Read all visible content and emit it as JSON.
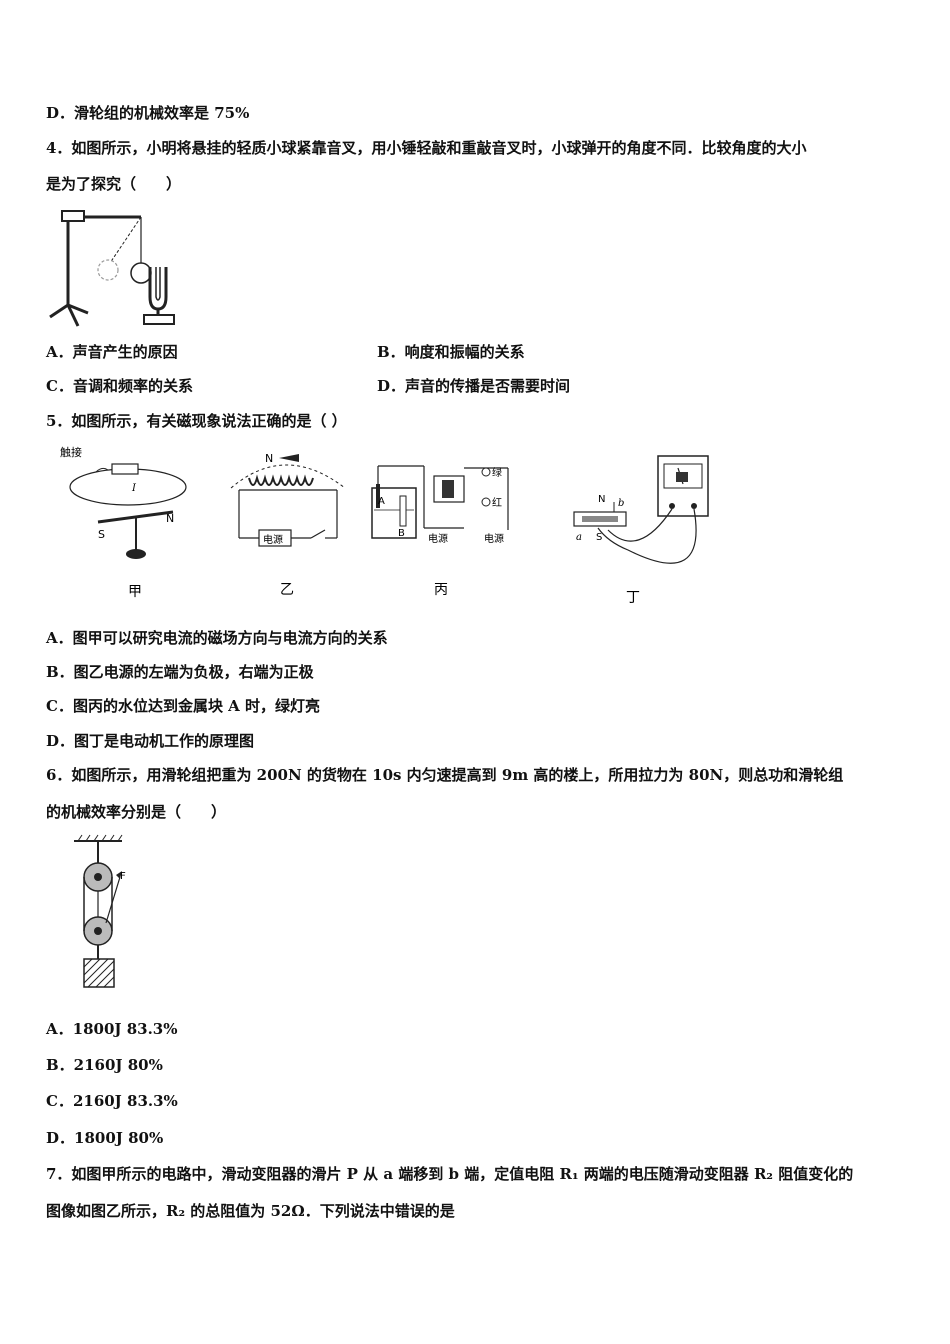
{
  "q3": {
    "option_d": "D．滑轮组的机械效率是 75%"
  },
  "q4": {
    "stem_line1": "4．如图所示，小明将悬挂的轻质小球紧靠音叉，用小锤轻敲和重敲音叉时，小球弹开的角度不同．比较角度的大小",
    "stem_line2": "是为了探究（　　）",
    "options": [
      "A．声音产生的原因",
      "B．响度和振幅的关系",
      "C．音调和频率的关系",
      "D．声音的传播是否需要时间"
    ]
  },
  "q5": {
    "stem": "5．如图所示，有关磁现象说法正确的是（  ）",
    "figure_labels": {
      "jia": "甲",
      "yi": "乙",
      "bing": "丙",
      "ding": "丁",
      "touch": "触接",
      "n": "N",
      "s": "S",
      "i": "I",
      "power": "电源",
      "power2": "电源",
      "green": "绿",
      "red": "红",
      "a_block": "A",
      "b_block": "B",
      "a_small": "a",
      "b_small": "b"
    },
    "options": [
      "A．图甲可以研究电流的磁场方向与电流方向的关系",
      "B．图乙电源的左端为负极，右端为正极",
      "C．图丙的水位达到金属块 A 时，绿灯亮",
      "D．图丁是电动机工作的原理图"
    ]
  },
  "q6": {
    "stem_line1": "6．如图所示，用滑轮组把重为 200N 的货物在 10s 内匀速提高到 9m 高的楼上，所用拉力为 80N，则总功和滑轮组",
    "stem_line2": "的机械效率分别是（　　）",
    "force_label": "F",
    "options": [
      "A．1800J  83.3%",
      "B．2160J  80%",
      "C．2160J  83.3%",
      "D．1800J  80%"
    ]
  },
  "q7": {
    "stem_line1": "7．如图甲所示的电路中，滑动变阻器的滑片 P 从 a 端移到 b 端，定值电阻 R₁ 两端的电压随滑动变阻器 R₂ 阻值变化的",
    "stem_line2": "图像如图乙所示，R₂ 的总阻值为 52Ω．下列说法中错误的是"
  }
}
